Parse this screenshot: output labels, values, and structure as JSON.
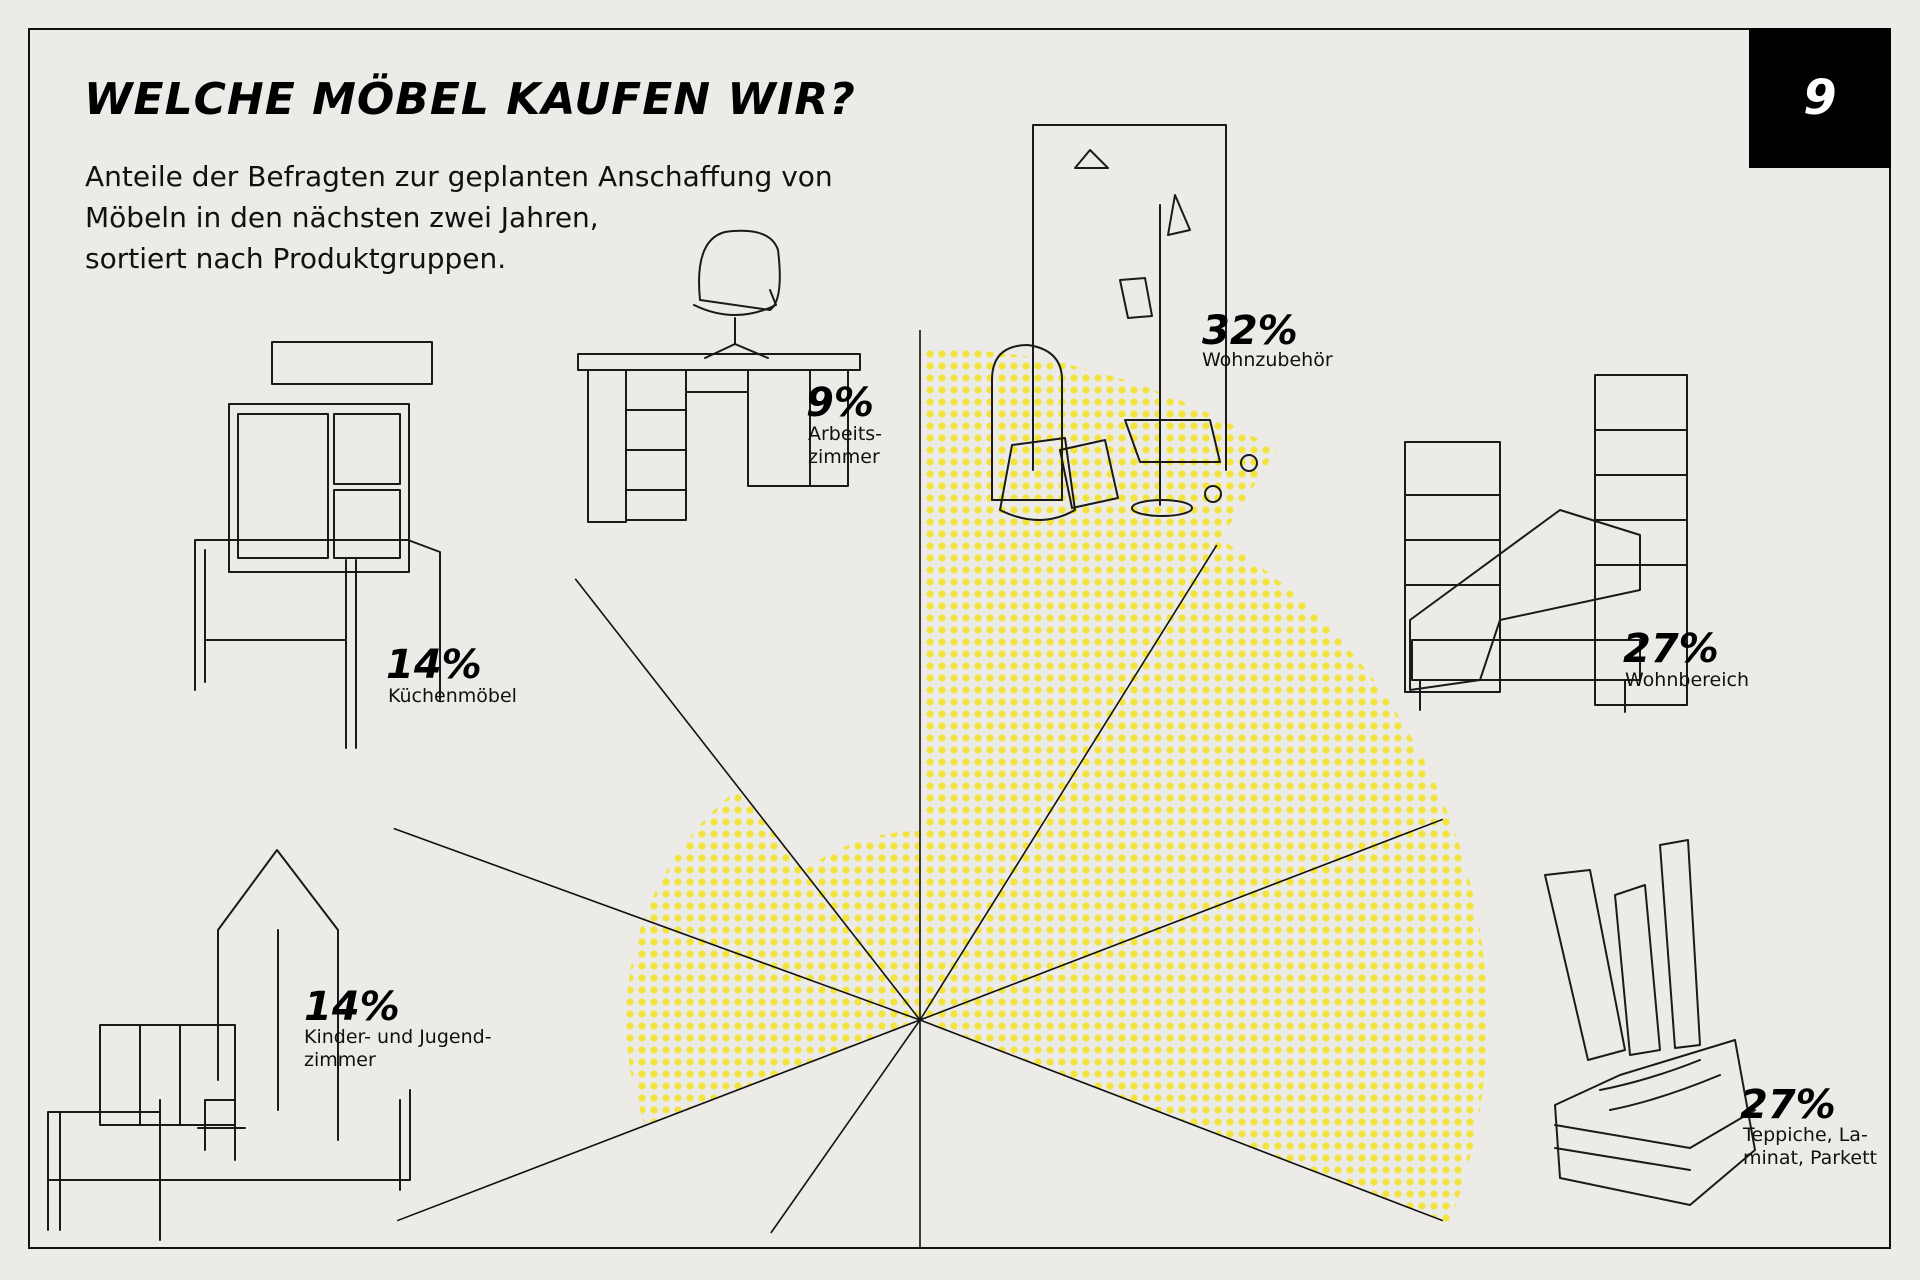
{
  "page_number": "9",
  "title": "WELCHE MÖBEL KAUFEN WIR?",
  "subtitle_lines": [
    "Anteile der Befragten zur geplanten Anschaffung von",
    "Möbeln in den nächsten zwei Jahren,",
    "sortiert nach Produktgruppen."
  ],
  "colors": {
    "highlight": "#f2e43a",
    "ink": "#111111",
    "background": "#ecebe7",
    "badge": "#000000"
  },
  "chart_data": {
    "type": "pie",
    "title": "WELCHE MÖBEL KAUFEN WIR?",
    "unit": "%",
    "style": "radial segments with yellow dotted fill, length proportional to share",
    "categories": [
      {
        "id": "wohnzubehoer",
        "label_lines": [
          "Wohnzubehör"
        ],
        "value": 32,
        "value_text": "32%",
        "icon": "coat-rack-lamp-icon"
      },
      {
        "id": "wohnbereich",
        "label_lines": [
          "Wohnbereich"
        ],
        "value": 27,
        "value_text": "27%",
        "icon": "sofa-shelf-icon"
      },
      {
        "id": "teppiche",
        "label_lines": [
          "Teppiche, La-",
          "minat, Parkett"
        ],
        "value": 27,
        "value_text": "27%",
        "icon": "rugs-flooring-icon"
      },
      {
        "id": "kinder",
        "label_lines": [
          "Kinder- und Jugend-",
          "zimmer"
        ],
        "value": 14,
        "value_text": "14%",
        "icon": "kids-room-icon"
      },
      {
        "id": "kueche",
        "label_lines": [
          "Küchenmöbel"
        ],
        "value": 14,
        "value_text": "14%",
        "icon": "kitchen-unit-icon"
      },
      {
        "id": "arbeitszimmer",
        "label_lines": [
          "Arbeits-",
          "zimmer"
        ],
        "value": 9,
        "value_text": "9%",
        "icon": "desk-chair-icon"
      }
    ]
  }
}
